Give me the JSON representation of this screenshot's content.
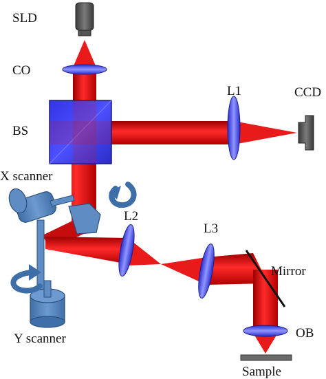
{
  "labels": {
    "sld": "SLD",
    "co": "CO",
    "bs": "BS",
    "l1": "L1",
    "ccd": "CCD",
    "x_scanner": "X scanner",
    "l2": "L2",
    "l3": "L3",
    "mirror": "Mirror",
    "y_scanner": "Y scanner",
    "ob": "OB",
    "sample": "Sample"
  },
  "colors": {
    "beam": "#e01010",
    "beam_dark": "#a00000",
    "lens": "#4a4de0",
    "beam_splitter": "#3a3cf0",
    "scanner": "#4f83c0",
    "camera": "#5a5a5a"
  }
}
